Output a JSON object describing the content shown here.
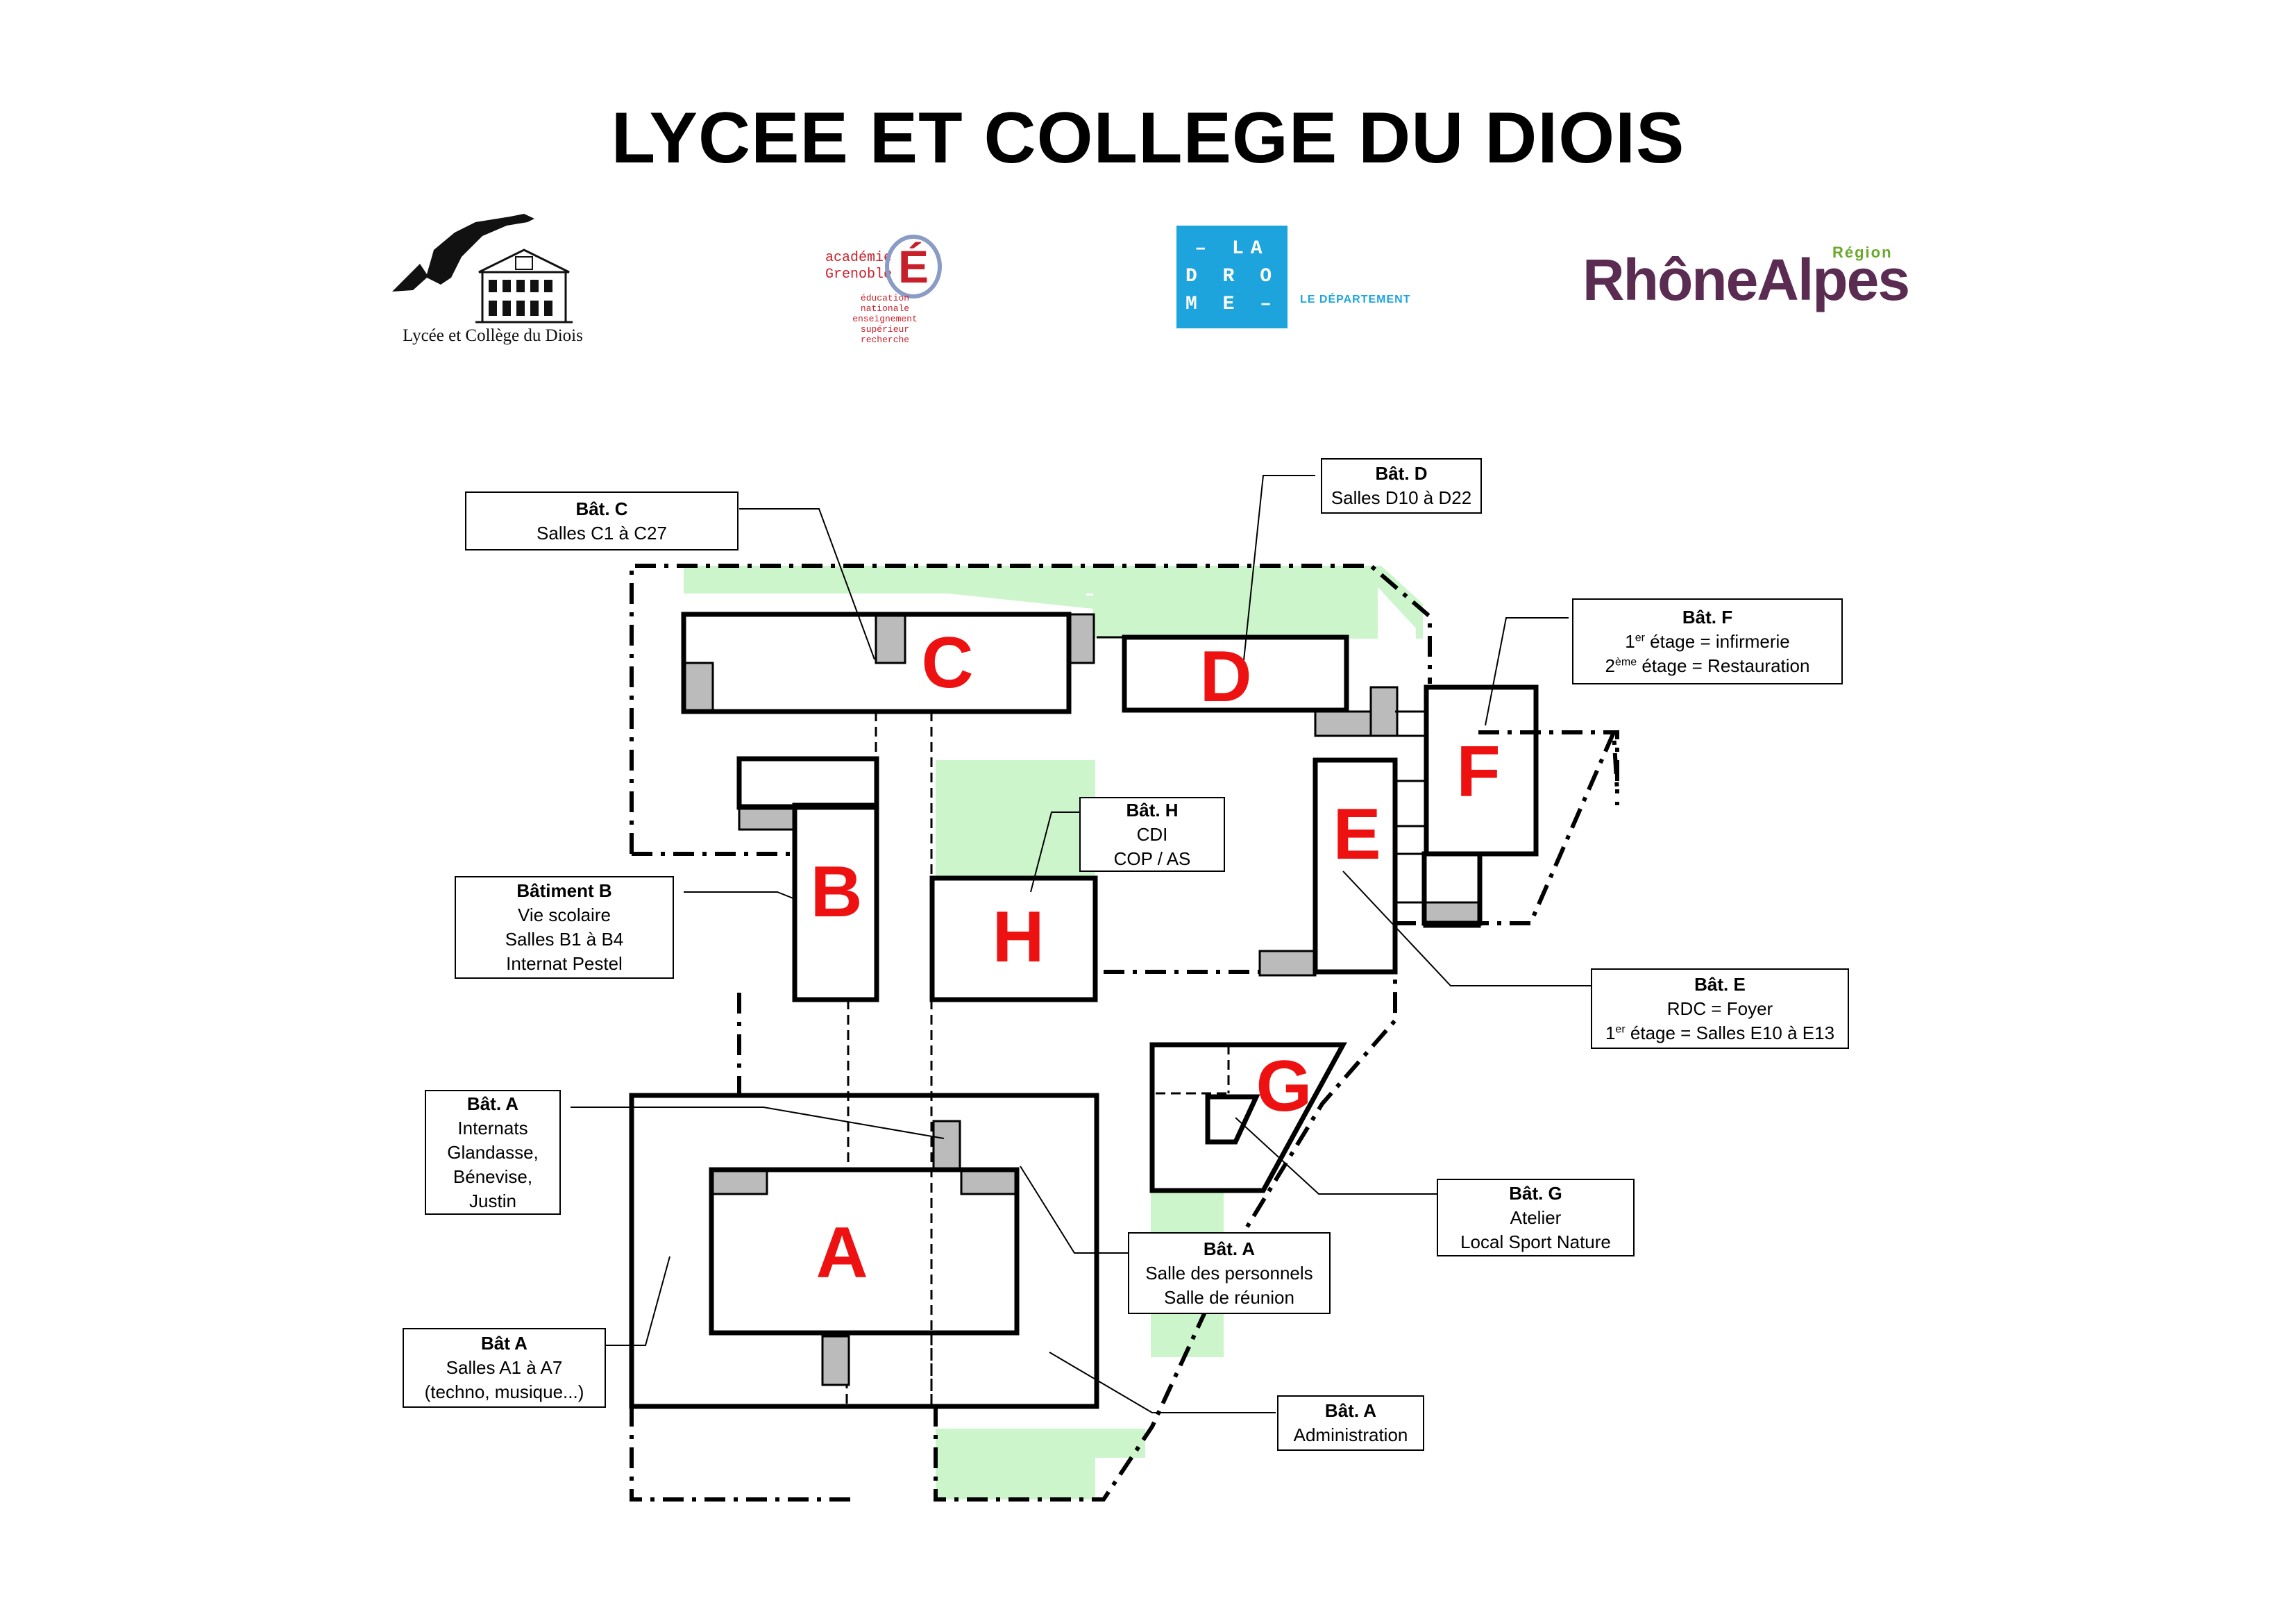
{
  "title": "LYCEE ET COLLEGE DU DIOIS",
  "logos": {
    "lycee": {
      "caption": "Lycée et Collège du Diois"
    },
    "academie": {
      "name_line1": "académie",
      "name_line2": "Grenoble",
      "letter": "É",
      "sub": [
        "éducation",
        "nationale",
        "enseignement",
        "supérieur",
        "recherche"
      ]
    },
    "drome": {
      "lines": [
        "– LA",
        "D R O",
        "M E –"
      ],
      "dept": "LE DÉPARTEMENT"
    },
    "rhone": {
      "word": "RhôneAlpes",
      "region": "Région"
    }
  },
  "buildings": [
    "A",
    "B",
    "C",
    "D",
    "E",
    "F",
    "G",
    "H"
  ],
  "labels": {
    "bat_c": {
      "title": "Bât. C",
      "lines": [
        "Salles C1 à C27"
      ]
    },
    "bat_d": {
      "title": "Bât. D",
      "lines": [
        "Salles D10 à D22"
      ]
    },
    "bat_f": {
      "title": "Bât. F",
      "line1_pre": "1",
      "line1_sup": "er",
      "line1_post": " étage = infirmerie",
      "line2_pre": "2",
      "line2_sup": "ème",
      "line2_post": " étage = Restauration"
    },
    "bat_h": {
      "title": "Bât. H",
      "lines": [
        "CDI",
        "COP / AS"
      ]
    },
    "bat_b": {
      "title": "Bâtiment B",
      "lines": [
        "Vie scolaire",
        "Salles B1 à B4",
        "Internat Pestel"
      ]
    },
    "bat_e": {
      "title": "Bât. E",
      "line1": "RDC = Foyer",
      "line2_pre": "1",
      "line2_sup": "er",
      "line2_post": " étage = Salles E10 à E13"
    },
    "bat_a_internats": {
      "title": "Bât. A",
      "lines": [
        "Internats",
        "Glandasse,",
        "Bénevise,",
        "Justin"
      ]
    },
    "bat_g": {
      "title": "Bât. G",
      "lines": [
        "Atelier",
        "Local Sport Nature"
      ]
    },
    "bat_a_personnels": {
      "title": "Bât. A",
      "lines": [
        "Salle des personnels",
        "Salle de réunion"
      ]
    },
    "bat_a_salles": {
      "title": "Bât A",
      "lines": [
        "Salles A1 à A7",
        "(techno, musique...)"
      ]
    },
    "bat_a_admin": {
      "title": "Bât. A",
      "lines": [
        "Administration"
      ]
    }
  },
  "colors": {
    "letter": "#ee1111",
    "green": "#ccf5cc",
    "grey": "#bbbbbb"
  }
}
